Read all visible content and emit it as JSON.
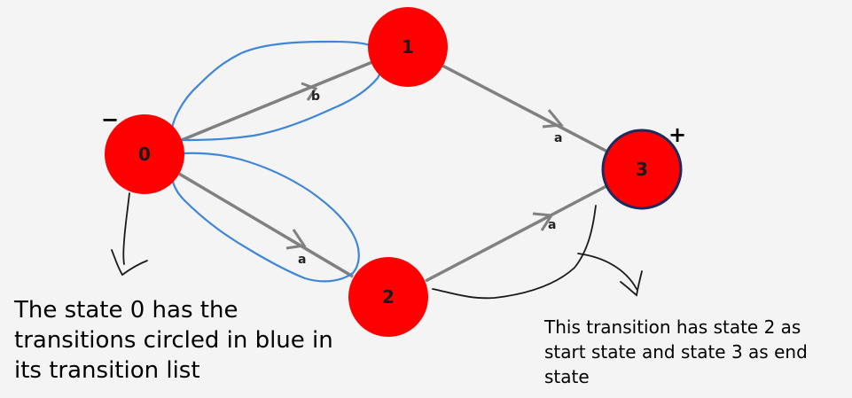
{
  "states": [
    {
      "id": "0",
      "label": "0",
      "marker": "−"
    },
    {
      "id": "1",
      "label": "1",
      "marker": ""
    },
    {
      "id": "2",
      "label": "2",
      "marker": ""
    },
    {
      "id": "3",
      "label": "3",
      "marker": "+"
    }
  ],
  "transitions": [
    {
      "from": "0",
      "to": "1",
      "symbol": "b"
    },
    {
      "from": "0",
      "to": "2",
      "symbol": "a"
    },
    {
      "from": "1",
      "to": "3",
      "symbol": "a"
    },
    {
      "from": "2",
      "to": "3",
      "symbol": "a"
    }
  ],
  "notes": {
    "left": "The state 0 has the transitions circled in blue in its transition list",
    "right": "This transition has state 2 as start state and state 3 as end state"
  },
  "colors": {
    "state_fill": "#ff0000",
    "final_state_border": "#1c2a5e",
    "edge": "#808080",
    "annotation_blue": "#3f87d6",
    "annotation_pen": "#1a1a1a",
    "background": "#f4f4f4"
  }
}
